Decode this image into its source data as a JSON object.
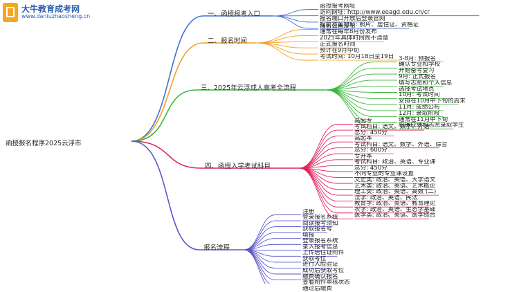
{
  "watermark": {
    "name": "大牛教育成考网",
    "url": "www.daniuzhaosheng.cn"
  },
  "root": "函授报名程序2025云浮市",
  "branches": [
    {
      "label": "一、函授报考入口",
      "color": "#3f6fd0",
      "items": [
        "函授报考网址",
        "访问网址: http://www.eeagd.edu.cn/cr",
        "报名端口开放后登录官网",
        "报前准备材料: 照片、居住证、资格证"
      ]
    },
    {
      "label": "二、报名时间",
      "color": "#f0a020",
      "items": [
        "报名公告发布",
        "通常在每年8月份发布",
        "2025年具体时间尚不清楚",
        "正式报名时间",
        "预计在9月中旬",
        "考试时间: 10月18日至19日"
      ]
    },
    {
      "label": "三、2025年云浮成人高考全流程",
      "color": "#3cb53c",
      "items": [
        "3-8月: 预报名",
        "确认专业和学校",
        "开始备考复习",
        "9月: 正式报名",
        "填写志愿和个人信息",
        "选择考试地点",
        "10月: 考试时间",
        "安排在10月中下旬的周末",
        "11月: 成绩公布",
        "12月: 录取阶段",
        "通常在11月中下旬",
        "根据成绩和志愿录取学生"
      ]
    },
    {
      "label": "四、函授入学考试科目",
      "color": "#e0245e",
      "items": [
        "高起专",
        "考试科目: 语文、数学、外语",
        "总分: 450分",
        "高起本",
        "考试科目: 语文、数学、外语、综合",
        "总分: 600分",
        "专升本",
        "考试科目: 政治、英语、专业课",
        "总分: 450分",
        "不同专业的专业课设置",
        "文史类: 政治、英语、大学语文",
        "艺术类: 政治、英语、艺术概论",
        "理工类: 政治、英语、高数 (二)",
        "法学: 政治、英语、民法",
        "教育学: 政治、英语、教育理论",
        "农学: 政治、英语、生态学基础",
        "医学类: 政治、英语、医学综合"
      ]
    },
    {
      "label": "报名流程",
      "color": "#5b56c8",
      "items": [
        "注册",
        "登录报名系统",
        "阅读报考须知",
        "获取报名号",
        "填报",
        "登录报名系统",
        "录入报考信息",
        "上传居住证附件",
        "获取考位",
        "进行人脸验证",
        "成功后获取考位",
        "缴费确认报名",
        "查看附件审核状态",
        "通过后缴费"
      ]
    }
  ]
}
